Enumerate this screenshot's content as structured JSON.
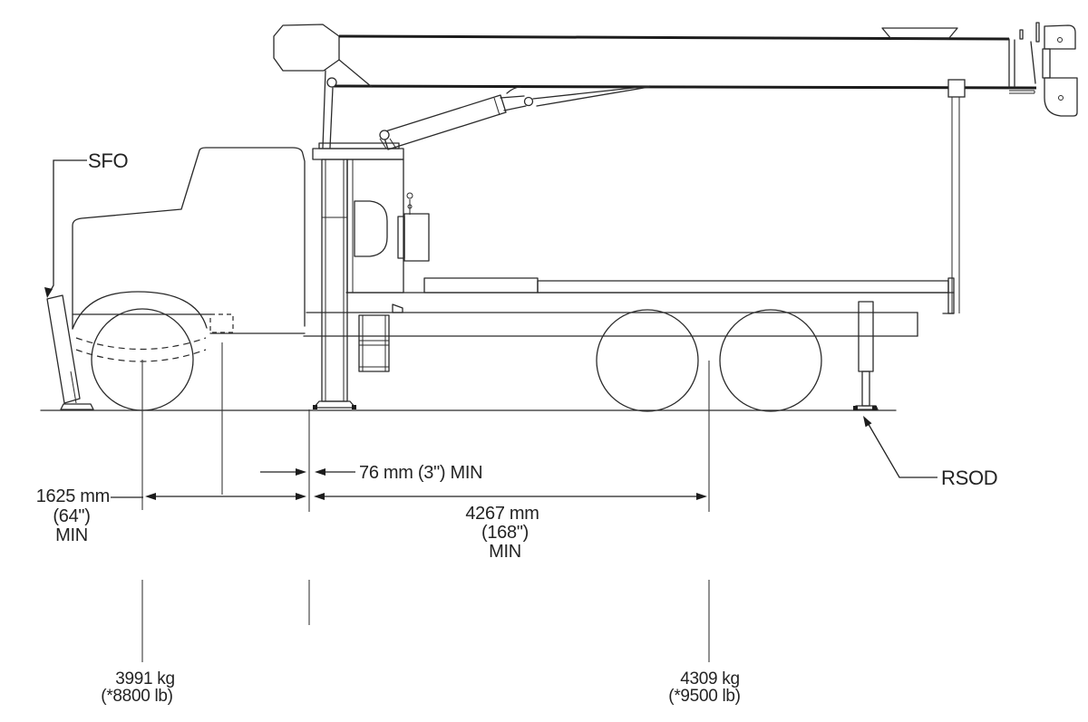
{
  "diagram": {
    "labels": {
      "sfo": "SFO",
      "rsod": "RSOD"
    },
    "dimensions": {
      "clearance": "76 mm (3\") MIN",
      "front_axle_to_centerline": {
        "value": "1625 mm",
        "inches": "(64\")",
        "qualifier": "MIN"
      },
      "centerline_to_rear_bogie": {
        "value": "4267 mm",
        "inches": "(168\")",
        "qualifier": "MIN"
      }
    },
    "weights": {
      "front_axle": {
        "kg": "3991 kg",
        "lb": "(*8800 lb)"
      },
      "rear_axle": {
        "kg": "4309 kg",
        "lb": "(*9500 lb)"
      }
    },
    "colors": {
      "line": "#2a2a2a",
      "background": "#ffffff"
    }
  }
}
